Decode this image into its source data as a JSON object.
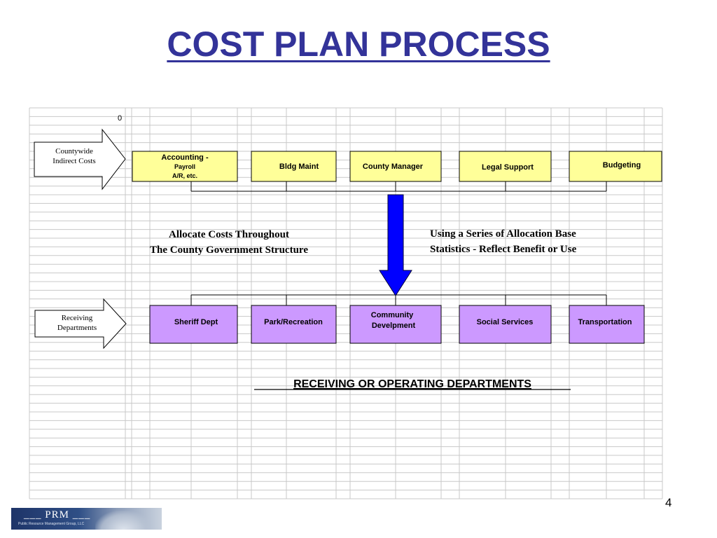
{
  "slide": {
    "title": "COST PLAN PROCESS",
    "page_number": "4"
  },
  "sheet": {
    "cell_value": "0"
  },
  "inputs": {
    "countywide_arrow": {
      "line1": "Countywide",
      "line2": "Indirect Costs"
    },
    "receiving_arrow": {
      "line1": "Receiving",
      "line2": "Departments"
    }
  },
  "cost_centers": {
    "fill": "#ffff99",
    "items": [
      {
        "lines": [
          "Accounting -",
          "Payroll",
          "A/R, etc."
        ]
      },
      {
        "lines": [
          "Bldg Maint"
        ]
      },
      {
        "lines": [
          "County Manager"
        ]
      },
      {
        "lines": [
          "Legal Support"
        ]
      },
      {
        "lines": [
          "Budgeting"
        ]
      }
    ]
  },
  "receiving_departments": {
    "fill": "#cc99ff",
    "items": [
      {
        "lines": [
          "Sheriff Dept"
        ]
      },
      {
        "lines": [
          "Park/Recreation"
        ]
      },
      {
        "lines": [
          "Community",
          "Develpment"
        ]
      },
      {
        "lines": [
          "Social Services"
        ]
      },
      {
        "lines": [
          "Transportation"
        ]
      }
    ]
  },
  "flow": {
    "arrow_color": "#0000ff",
    "left_note": {
      "line1": "Allocate Costs Throughout",
      "line2": "The County Government Structure"
    },
    "right_note": {
      "line1": "Using a Series of Allocation Base",
      "line2": "Statistics - Reflect Benefit or Use"
    }
  },
  "footer": {
    "receiving_heading": "RECEIVING OR OPERATING DEPARTMENTS",
    "logo": {
      "name": "PRM",
      "tagline": "Public Resource Management Group, LLC"
    }
  }
}
